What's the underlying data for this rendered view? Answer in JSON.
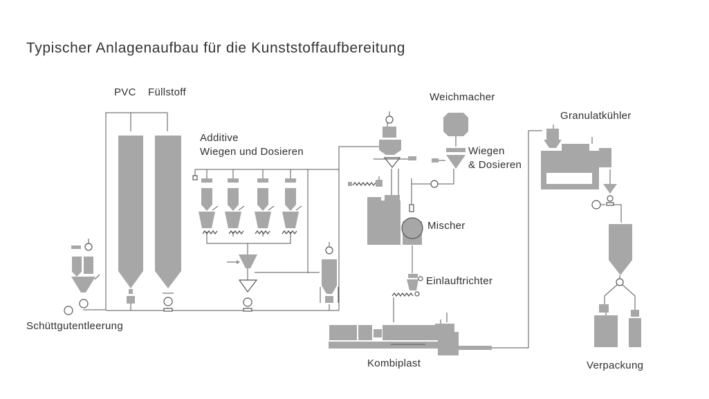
{
  "diagram": {
    "title": "Typischer Anlagenaufbau für die Kunststoffaufbereitung",
    "labels": {
      "pvc": "PVC",
      "fuellstoff": "Füllstoff",
      "additive": "Additive",
      "wiegen_dosieren_1": "Wiegen und Dosieren",
      "weichmacher": "Weichmacher",
      "wiegen": "Wiegen",
      "dosieren": "& Dosieren",
      "granulatkuehler": "Granulatkühler",
      "mischer": "Mischer",
      "einlauftrichter": "Einlauftrichter",
      "schuettgutentleerung": "Schüttgutentleerung",
      "kombiplast": "Kombiplast",
      "verpackung": "Verpackung"
    },
    "colors": {
      "equipment": "#a7a7a7",
      "lines": "#555555",
      "text": "#333333"
    }
  }
}
